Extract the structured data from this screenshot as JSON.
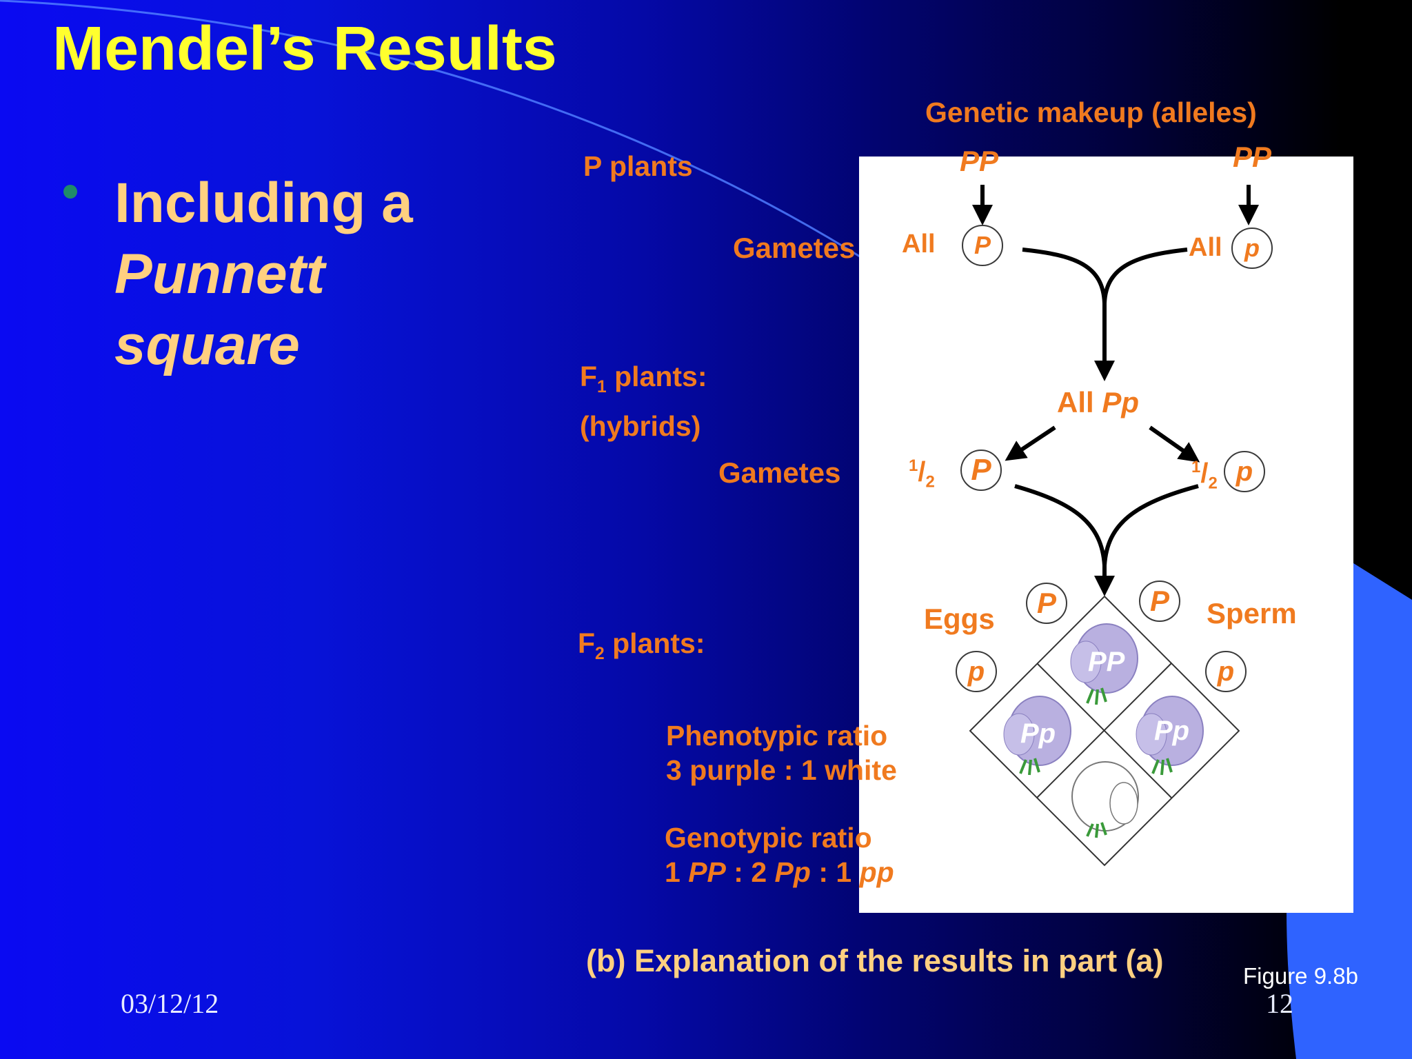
{
  "slide": {
    "title": "Mendel’s Results",
    "bullet": {
      "line1": "Including a",
      "line2": "Punnett",
      "line3": "square"
    },
    "date": "03/12/12",
    "page_number": "12",
    "figure_ref": "Figure 9.8b",
    "caption": "(b) Explanation of the results in part (a)"
  },
  "figure": {
    "header": "Genetic makeup (alleles)",
    "p_plants_label": "P plants",
    "parent_left_genotype": "PP",
    "parent_right_genotype": "PP",
    "gametes_label_1": "Gametes",
    "all_left": "All",
    "all_right": "All",
    "gamete_left_allele": "P",
    "gamete_right_allele": "p",
    "f1_label_line1": "F",
    "f1_label_sub": "1",
    "f1_label_line1_rest": " plants:",
    "f1_label_line2": "(hybrids)",
    "all_pp_prefix": "All ",
    "all_pp_genotype": "Pp",
    "gametes_label_2": "Gametes",
    "half_num": "1",
    "half_den": "2",
    "f1_gamete_left": "P",
    "f1_gamete_right": "p",
    "f2_label_prefix": "F",
    "f2_label_sub": "2",
    "f2_label_rest": " plants:",
    "eggs_label": "Eggs",
    "sperm_label": "Sperm",
    "egg_top": "P",
    "sperm_top": "P",
    "egg_bottom": "p",
    "sperm_bottom": "p",
    "punnett_cells": {
      "top": "PP",
      "left": "Pp",
      "right": "Pp",
      "bottom": ""
    },
    "phenotypic_ratio_title": "Phenotypic ratio",
    "phenotypic_ratio_value": "3 purple : 1 white",
    "genotypic_ratio_title": "Genotypic ratio",
    "genotypic_ratio": {
      "n1": "1 ",
      "g1": "PP",
      "sep1": " : 2 ",
      "g2": "Pp",
      "sep2": " : 1 ",
      "g3": "pp"
    }
  },
  "colors": {
    "title": "#ffff2e",
    "body_text": "#ffd080",
    "figure_text": "#f07a1f",
    "purple_flower": "#b9b0e0",
    "white_flower": "#ffffff"
  }
}
